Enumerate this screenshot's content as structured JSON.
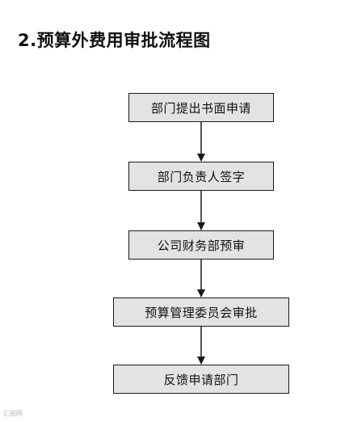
{
  "title": "2.预算外费用审批流程图",
  "steps": [
    {
      "id": "step-1",
      "label": "部门提出书面申请"
    },
    {
      "id": "step-2",
      "label": "部门负责人签字"
    },
    {
      "id": "step-3",
      "label": "公司财务部预审"
    },
    {
      "id": "step-4",
      "label": "预算管理委员会审批"
    },
    {
      "id": "step-5",
      "label": "反馈申请部门"
    }
  ],
  "edges": [
    {
      "from": "step-1",
      "to": "step-2"
    },
    {
      "from": "step-2",
      "to": "step-3"
    },
    {
      "from": "step-3",
      "to": "step-4"
    },
    {
      "from": "step-4",
      "to": "step-5"
    }
  ],
  "colors": {
    "node_fill": "#e3e3e3",
    "node_border": "#1a1a1a",
    "arrow": "#1a1a1a"
  },
  "watermark": "汇图网"
}
